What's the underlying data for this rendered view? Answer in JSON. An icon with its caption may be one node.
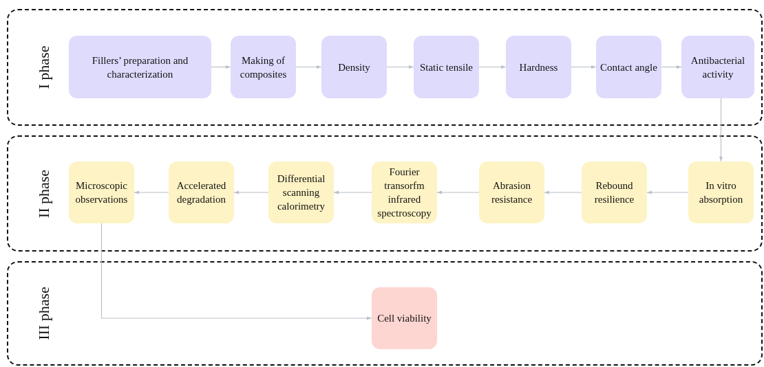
{
  "diagram": {
    "nodes": [
      {
        "text": [
          "I phase"
        ]
      },
      {
        "text": [
          "Fillers’ preparation and characterization"
        ],
        "in": 0
      },
      {
        "text": [
          "Making of composites"
        ],
        "in": 0
      },
      {
        "text": [
          "Density"
        ],
        "in": 0
      },
      {
        "text": [
          "Static tensile"
        ],
        "in": 0
      },
      {
        "text": [
          "Hardness"
        ],
        "in": 0
      },
      {
        "text": [
          "Contact angle"
        ],
        "in": 0
      },
      {
        "text": [
          "Antibacterial activity"
        ],
        "in": 0
      },
      {
        "text": [
          "II phase"
        ]
      },
      {
        "text": [
          "Microscopic observations"
        ],
        "in": 8
      },
      {
        "text": [
          "Accelerated degradation"
        ],
        "in": 8
      },
      {
        "text": [
          "Differential scanning calorimetry"
        ],
        "in": 8
      },
      {
        "text": [
          "Fourier transorfm infrared spectroscopy"
        ],
        "in": 8
      },
      {
        "text": [
          "Abrasion resistance"
        ],
        "in": 8
      },
      {
        "text": [
          "Rebound resilience"
        ],
        "in": 8
      },
      {
        "text": [
          "In vitro absorption"
        ],
        "in": 8
      },
      {
        "text": [
          "III phase"
        ]
      },
      {
        "text": [
          "Cell viability"
        ],
        "in": 16
      }
    ],
    "edges": [
      {
        "from": 1,
        "to": 2,
        "arrow": "to"
      },
      {
        "from": 2,
        "to": 3,
        "arrow": "to"
      },
      {
        "from": 3,
        "to": 4,
        "arrow": "to"
      },
      {
        "from": 4,
        "to": 5,
        "arrow": "to"
      },
      {
        "from": 5,
        "to": 6,
        "arrow": "to"
      },
      {
        "from": 6,
        "to": 7,
        "arrow": "to"
      },
      {
        "from": 7,
        "to": 15,
        "arrow": "to"
      },
      {
        "from": 15,
        "to": 14,
        "arrow": "to"
      },
      {
        "from": 14,
        "to": 13,
        "arrow": "to"
      },
      {
        "from": 13,
        "to": 12,
        "arrow": "to"
      },
      {
        "from": 12,
        "to": 11,
        "arrow": "to"
      },
      {
        "from": 11,
        "to": 10,
        "arrow": "to"
      },
      {
        "from": 10,
        "to": 9,
        "arrow": "to"
      },
      {
        "from": 9,
        "to": 17,
        "arrow": "to"
      }
    ]
  }
}
